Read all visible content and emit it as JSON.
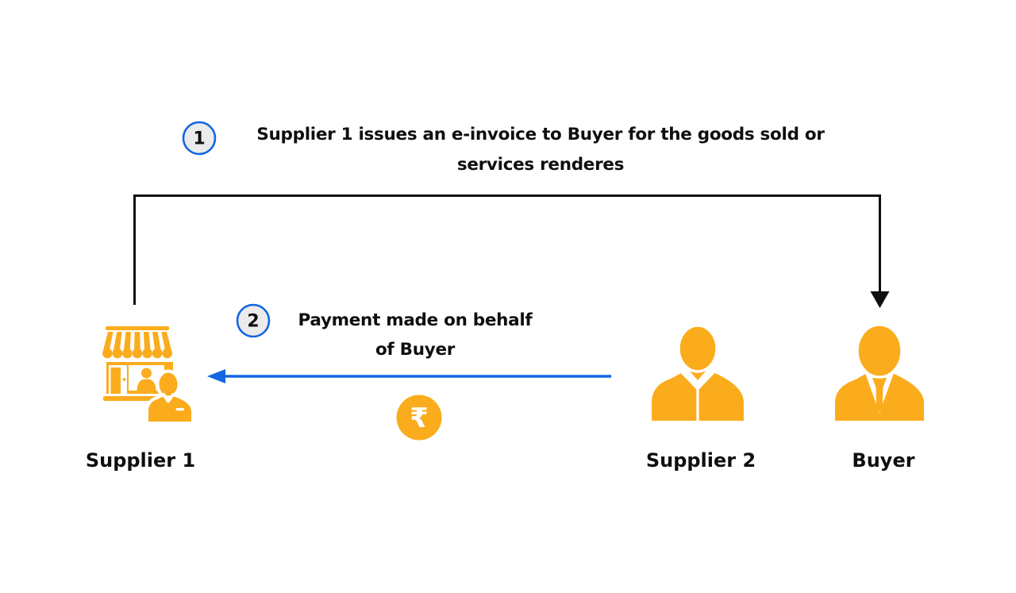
{
  "diagram": {
    "steps": [
      {
        "number": "1",
        "line1": "Supplier 1 issues an e-invoice to Buyer for the goods sold or",
        "line2": "services renderes"
      },
      {
        "number": "2",
        "line1": "Payment made on behalf",
        "line2": "of Buyer"
      }
    ],
    "entities": [
      {
        "label": "Supplier 1",
        "icon": "storefront-shopkeeper-icon"
      },
      {
        "label": "Supplier 2",
        "icon": "person-collared-shirt-icon"
      },
      {
        "label": "Buyer",
        "icon": "businessman-suit-tie-icon"
      }
    ],
    "payment_symbol": "₹",
    "arrows": [
      {
        "name": "invoice-flow",
        "from": "Supplier 1",
        "to": "Buyer",
        "color": "#0f0f0f"
      },
      {
        "name": "payment-flow",
        "from": "Supplier 2",
        "to": "Supplier 1",
        "color": "#1266E3"
      }
    ]
  },
  "colors": {
    "orange": "#FBAC1D",
    "blue": "#1266E3",
    "text": "#0f0f0f",
    "badge_bg": "#EBEBEB",
    "white": "#FFFFFF"
  }
}
